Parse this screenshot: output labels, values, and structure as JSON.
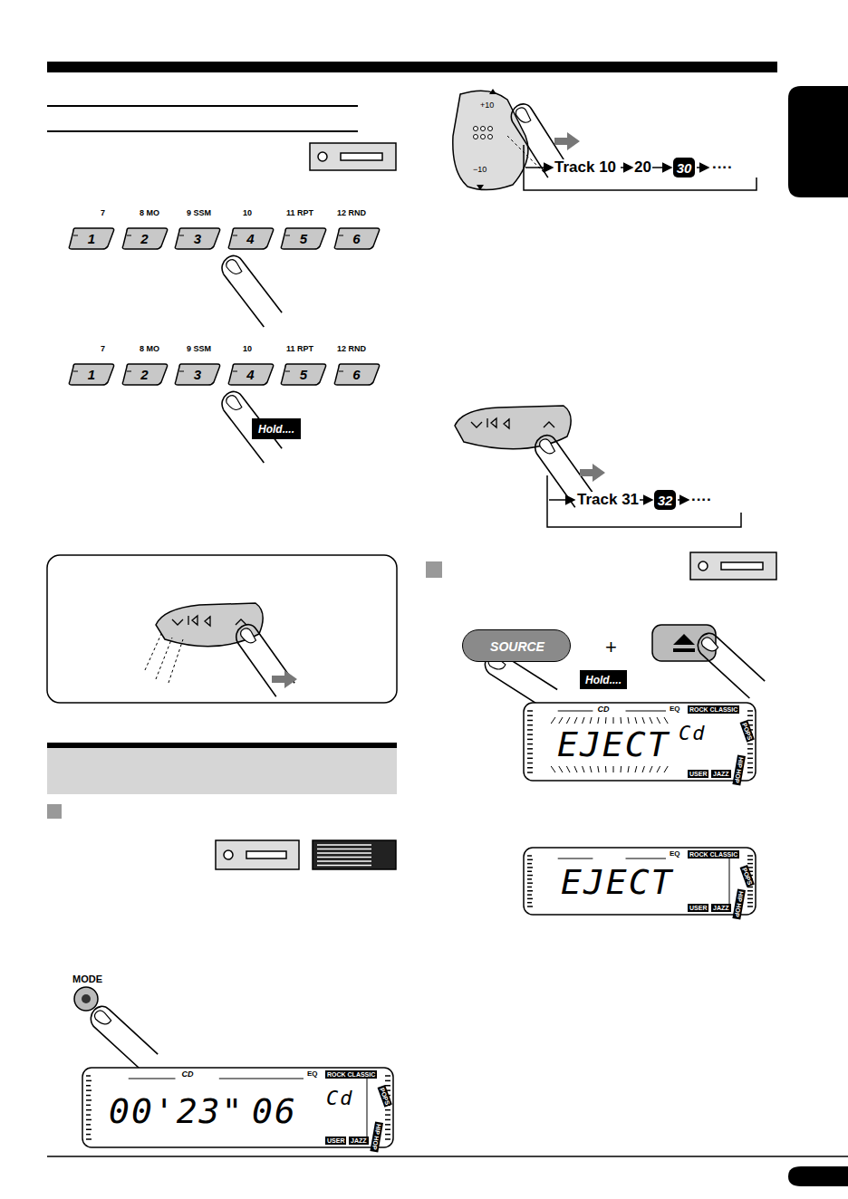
{
  "diagram": {
    "nodes": [
      {
        "text": [
          "1"
        ]
      },
      {
        "text": [
          "2"
        ]
      },
      {
        "text": [
          "3"
        ]
      },
      {
        "text": [
          "4"
        ]
      },
      {
        "text": [
          "5"
        ]
      },
      {
        "text": [
          "6"
        ]
      },
      {
        "text": [
          "1"
        ]
      },
      {
        "text": [
          "2"
        ]
      },
      {
        "text": [
          "3"
        ]
      },
      {
        "text": [
          "4"
        ]
      },
      {
        "text": [
          "5"
        ]
      },
      {
        "text": [
          "6"
        ]
      },
      {
        "text": [
          "Hold...."
        ]
      },
      {
        "text": [
          "CD",
          "EQ",
          "ROCK CLASSIC",
          "POPS",
          "HIP HOP",
          "USER",
          "JAZZ",
          "00'23\"",
          "06",
          "Cd"
        ]
      },
      {
        "text": [
          "30"
        ]
      },
      {
        "text": [
          "32"
        ]
      },
      {
        "text": [
          "SOURCE"
        ]
      },
      {
        "text": [
          "Hold...."
        ]
      },
      {
        "text": [
          "CD",
          "EQ",
          "ROCK CLASSIC",
          "POPS",
          "HIP HOP",
          "USER",
          "JAZZ",
          "EJECT",
          "Cd"
        ]
      },
      {
        "text": [
          "EQ",
          "ROCK CLASSIC",
          "POPS",
          "HIP HOP",
          "USER",
          "JAZZ",
          "EJECT"
        ]
      }
    ],
    "labels": [
      "7",
      "8 MO",
      "9 SSM",
      "10",
      "11 RPT",
      "12 RND",
      "7",
      "8 MO",
      "9 SSM",
      "10",
      "11 RPT",
      "12 RND",
      "MODE",
      "+10",
      "−10",
      "Track 10",
      "20",
      "····",
      "Track 31",
      "····",
      "+"
    ]
  }
}
